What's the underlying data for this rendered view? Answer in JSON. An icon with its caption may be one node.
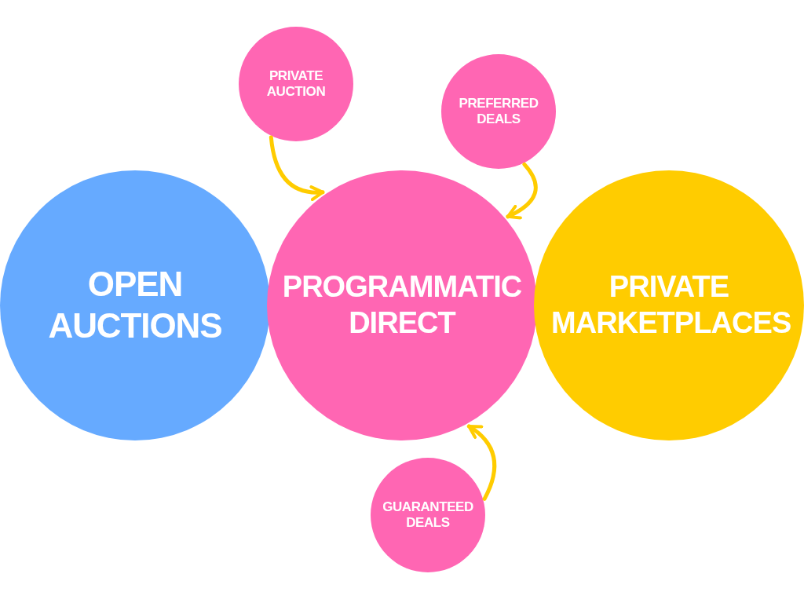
{
  "diagram": {
    "nodes": [
      {
        "text": [
          "OPEN AUCTIONS"
        ]
      },
      {
        "text": [
          "PROGRAMMATIC DIRECT"
        ]
      },
      {
        "text": [
          "PRIVATE MARKETPLACES"
        ]
      },
      {
        "text": [
          "PRIVATE AUCTION"
        ]
      },
      {
        "text": [
          "PREFERRED DEALS"
        ]
      },
      {
        "text": [
          "GUARANTEED DEALS"
        ]
      }
    ],
    "edges": [
      {
        "from": 3,
        "to": 1,
        "arrow": "to"
      },
      {
        "from": 4,
        "to": 1,
        "arrow": "to"
      },
      {
        "from": 5,
        "to": 1,
        "arrow": "to"
      }
    ]
  }
}
